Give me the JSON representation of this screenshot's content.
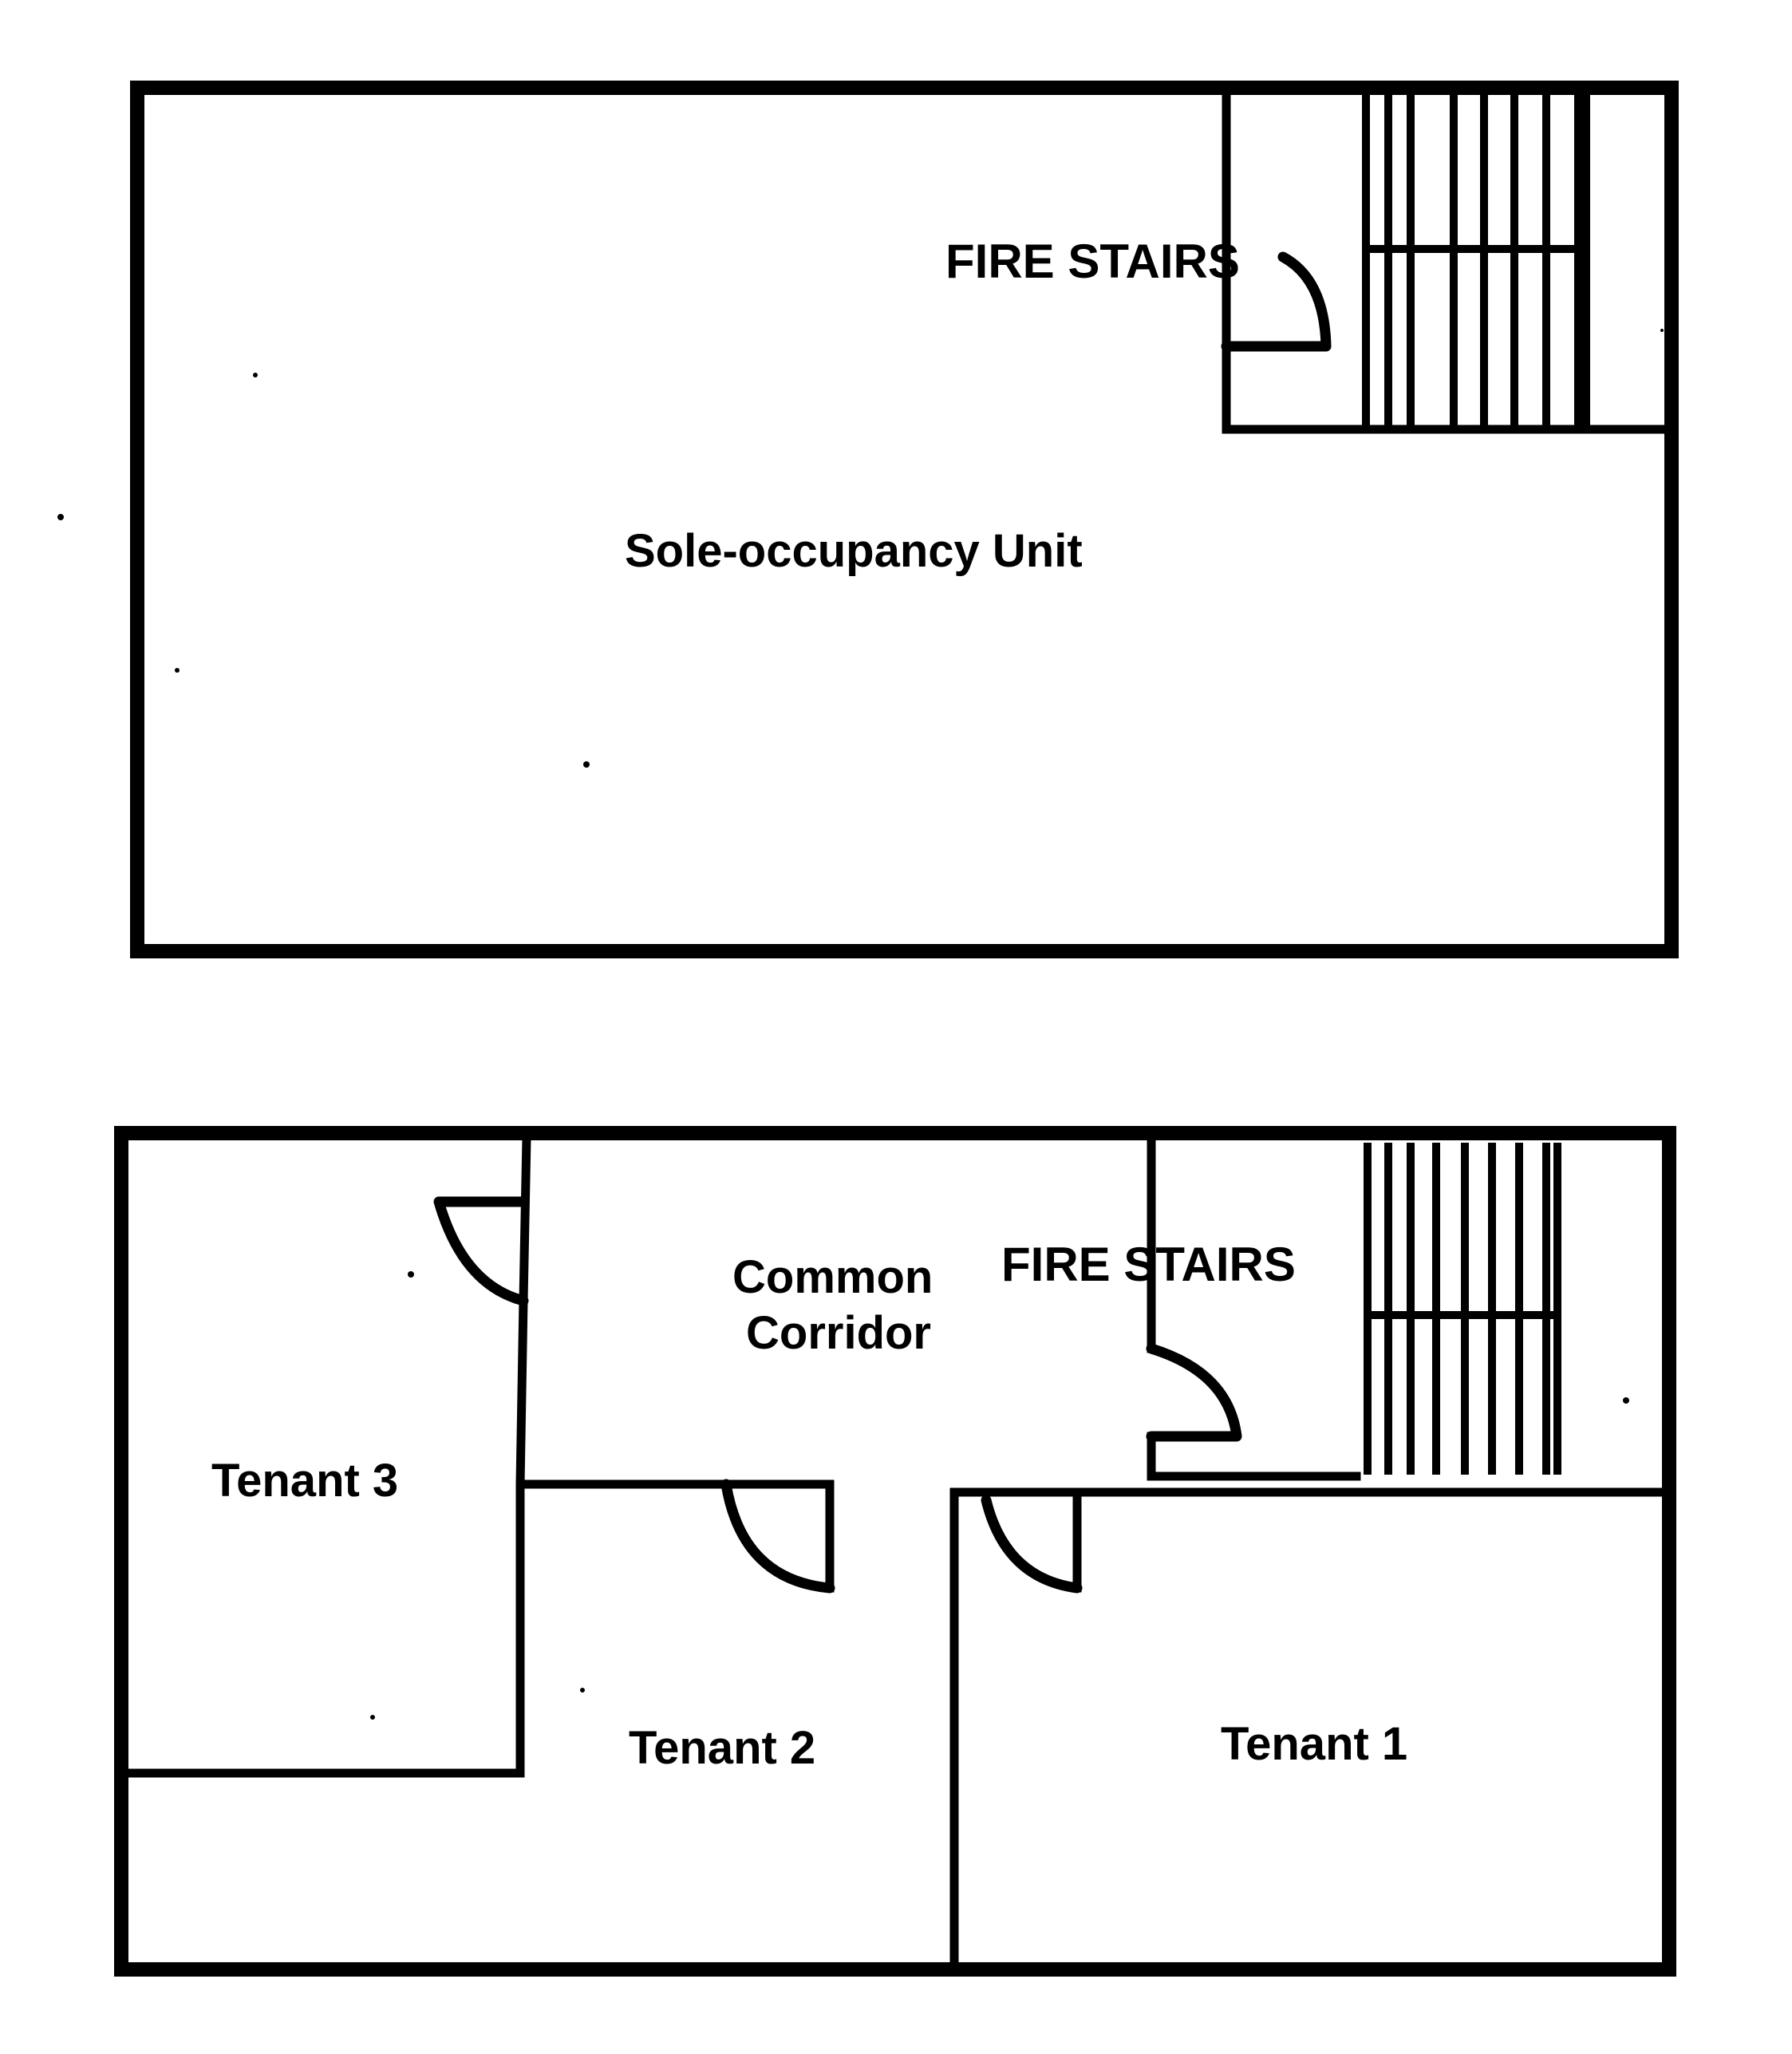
{
  "top_floor": {
    "stairs_label": "FIRE STAIRS",
    "unit_label": "Sole-occupancy Unit"
  },
  "bottom_floor": {
    "corridor_label_line1": "Common",
    "corridor_label_line2": "Corridor",
    "stairs_label": "FIRE STAIRS",
    "tenant3_label": "Tenant 3",
    "tenant2_label": "Tenant 2",
    "tenant1_label": "Tenant 1"
  },
  "colors": {
    "ink": "#000000",
    "paper": "#ffffff"
  }
}
